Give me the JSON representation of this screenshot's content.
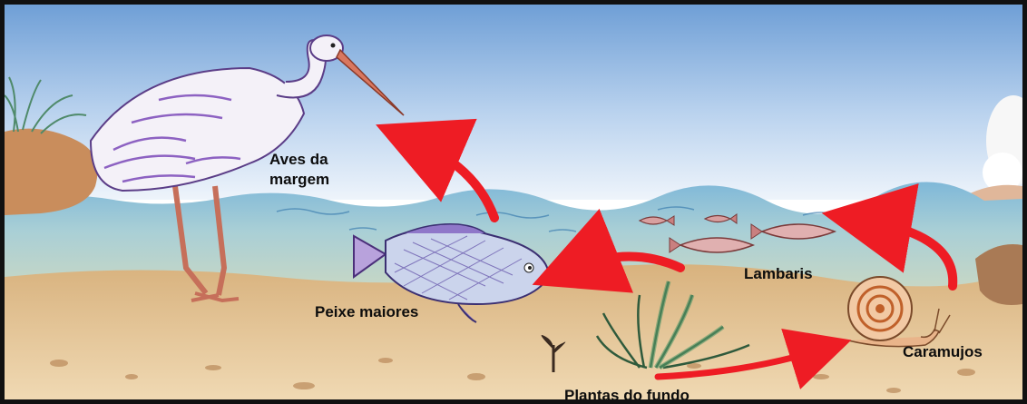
{
  "diagram": {
    "labels": {
      "aves_line1": "Aves da",
      "aves_line2": "margem",
      "peixe": "Peixe maiores",
      "lambaris": "Lambaris",
      "caramujos": "Caramujos",
      "plantas": "Plantas do fundo"
    },
    "colors": {
      "sky_top": "#6f9fd6",
      "sky_bottom": "#e6f0fa",
      "water": "#9ec7d6",
      "sand": "#e8c89a",
      "arrow": "#ee1c24"
    },
    "icons": [
      "heron-icon",
      "large-fish-icon",
      "small-fish-icon",
      "snail-icon",
      "aquatic-plant-icon",
      "food-chain-arrow-icon"
    ]
  }
}
